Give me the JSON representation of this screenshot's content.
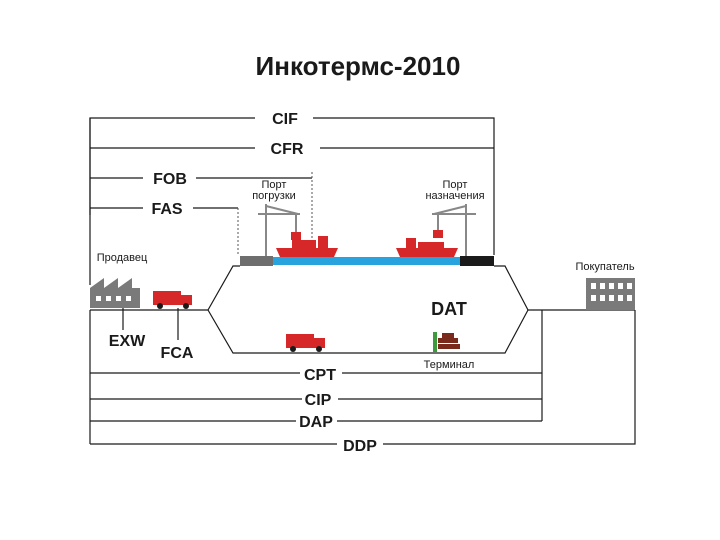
{
  "title": "Инкотермс-2010",
  "terms": {
    "cif": "CIF",
    "cfr": "CFR",
    "fob": "FOB",
    "fas": "FAS",
    "exw": "EXW",
    "fca": "FCA",
    "dat": "DAT",
    "cpt": "CPT",
    "cip": "CIP",
    "dap": "DAP",
    "ddp": "DDP"
  },
  "labels": {
    "port_loading_1": "Порт",
    "port_loading_2": "погрузки",
    "port_dest_1": "Порт",
    "port_dest_2": "назначения",
    "seller": "Продавец",
    "buyer": "Покупатель",
    "terminal": "Терминал"
  },
  "colors": {
    "ink": "#1a1a1a",
    "red": "#d62828",
    "sea": "#29a3dd",
    "dock_gray": "#6e6e6e",
    "terminal_green": "#3d9a3d",
    "terminal_brown": "#7a2a1a"
  },
  "icons": [
    "factory-icon",
    "truck-icon",
    "ship-icon",
    "crane-icon",
    "office-building-icon",
    "terminal-icon"
  ]
}
